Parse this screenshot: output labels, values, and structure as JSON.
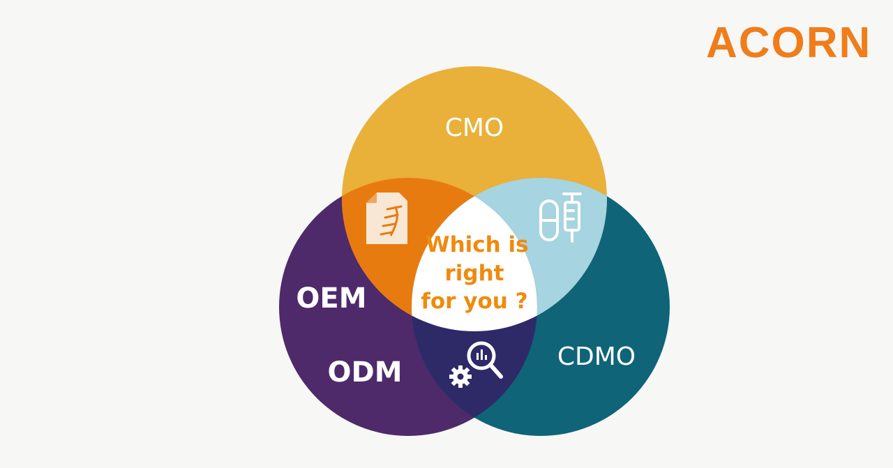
{
  "brand": {
    "logo_text": "ACORN",
    "color": "#f07d1a"
  },
  "diagram": {
    "circles": {
      "top": {
        "label": "CMO",
        "color": "#e9b03a"
      },
      "left": {
        "labels": [
          "OEM",
          "ODM"
        ],
        "color": "#4e2a6b"
      },
      "right": {
        "label": "CDMO",
        "color": "#0f6478"
      }
    },
    "overlaps": {
      "top_left": {
        "color": "#e87b0f",
        "icon": "document-icon"
      },
      "top_right": {
        "color": "#a6d4e0",
        "icon": "pill-syringe-icon"
      },
      "left_right": {
        "color": "#2e2a68",
        "icon": "gear-analytics-icon"
      }
    },
    "center": {
      "lines": [
        "Which is",
        "right",
        "for you ?"
      ],
      "color": "#ffffff",
      "text_color": "#f08a0e"
    }
  }
}
